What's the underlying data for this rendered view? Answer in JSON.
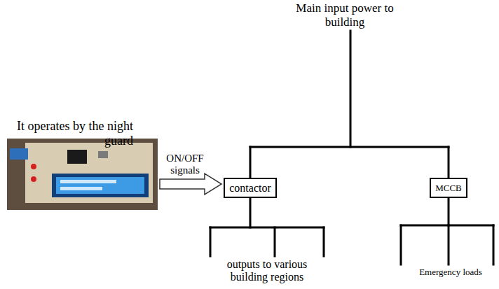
{
  "diagram": {
    "nodes": [
      {
        "text": [
          "contactor"
        ]
      },
      {
        "text": [
          "MCCB"
        ]
      }
    ],
    "labels": [
      "Main input power to building",
      "It operates by the night guard",
      "ON/OFF signals",
      "outputs to various building regions",
      "Emergency loads"
    ]
  }
}
